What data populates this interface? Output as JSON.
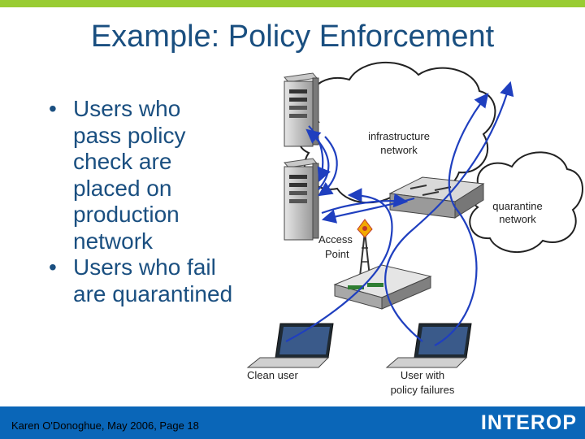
{
  "slide": {
    "title": "Example: Policy Enforcement",
    "bullets": [
      "Users who pass policy check are placed on production network",
      "Users who fail are quarantined"
    ],
    "bullet_marker": "•",
    "footer": "Karen O'Donoghue, May 2006, Page 18",
    "logo": "INTEROP"
  },
  "diagram": {
    "labels": {
      "infrastructure": [
        "infrastructure",
        "network"
      ],
      "quarantine": [
        "quarantine",
        "network"
      ],
      "access_point": [
        "Access",
        "Point"
      ],
      "clean_user": "Clean user",
      "failed_user": [
        "User with",
        "policy failures"
      ]
    }
  },
  "colors": {
    "accent_green": "#99cc33",
    "title_blue": "#1a4f80",
    "footer_blue": "#0a66b8",
    "arrow_blue": "#1f3fbf"
  }
}
